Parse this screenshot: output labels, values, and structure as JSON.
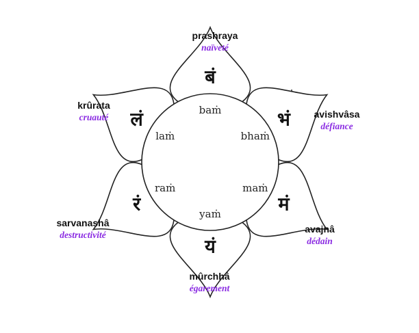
{
  "accent_color": "#8a2be2",
  "petals": [
    {
      "id": "top",
      "name": "prashraya",
      "french": "naïveté",
      "glyph": "बं",
      "syllable": "baṁ"
    },
    {
      "id": "upper-right",
      "name": "avishvâsa",
      "french": "défiance",
      "glyph": "भं",
      "syllable": "bhaṁ"
    },
    {
      "id": "lower-right",
      "name": "avajnâ",
      "french": "dédain",
      "glyph": "मं",
      "syllable": "maṁ"
    },
    {
      "id": "bottom",
      "name": "mûrchhâ",
      "french": "égarement",
      "glyph": "यं",
      "syllable": "yaṁ"
    },
    {
      "id": "lower-left",
      "name": "sarvanashâ",
      "french": "destructivité",
      "glyph": "रं",
      "syllable": "raṁ"
    },
    {
      "id": "upper-left",
      "name": "krûrata",
      "french": "cruauté",
      "glyph": "लं",
      "syllable": "laṁ"
    }
  ]
}
